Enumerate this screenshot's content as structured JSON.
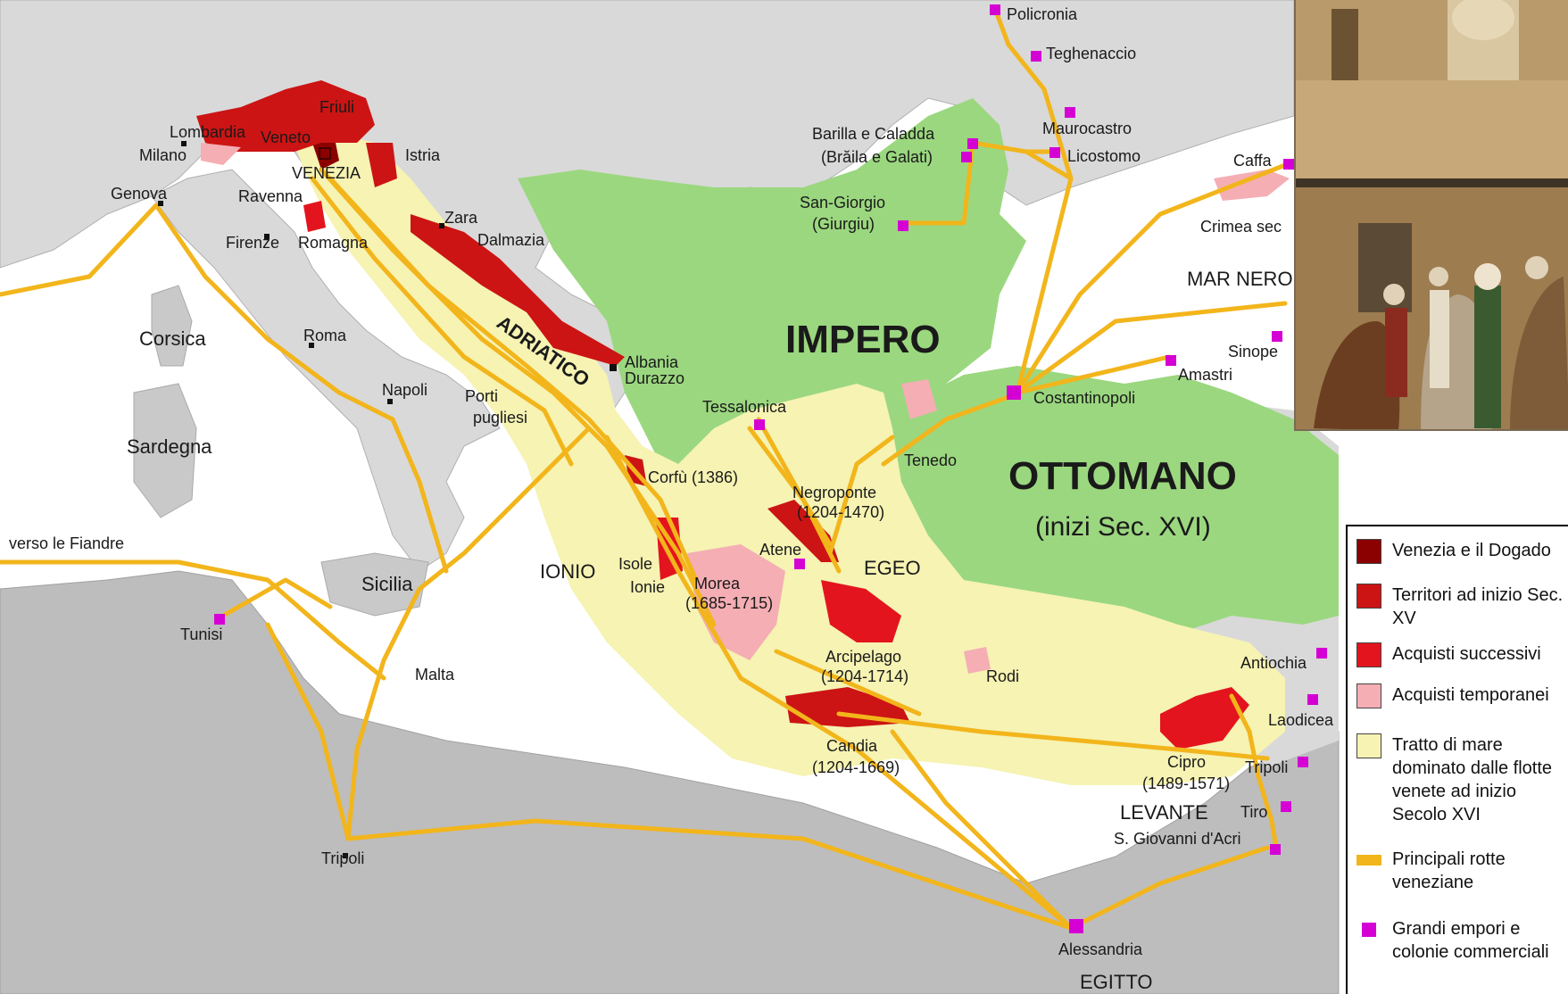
{
  "colors": {
    "sea": "#ffffff",
    "land_grey": "#d9d9d9",
    "land_dark": "#bdbdbd",
    "ottoman": "#9bd77f",
    "venetian_sea": "#f6f3b3",
    "route": "#f2b51b",
    "dogado": "#8b0000",
    "territories_xv": "#cc1414",
    "later_acq": "#e4141e",
    "temporary": "#f4aeb4",
    "emporium": "#d400d4"
  },
  "labels": {
    "impero": "IMPERO",
    "ottomano": "OTTOMANO",
    "inizi": "(inizi Sec. XVI)",
    "adriatico": "ADRIATICO",
    "ionio": "IONIO",
    "egeo": "EGEO",
    "levante": "LEVANTE",
    "egitto": "EGITTO",
    "mar_nero": "MAR NERO",
    "policronia": "Policronia",
    "teghenaccio": "Teghenaccio",
    "maurocastro": "Maurocastro",
    "licostomo": "Licostomo",
    "barilla": "Barilla e Caladda",
    "braila": "(Brăila e Galati)",
    "san_giorgio": "San-Giorgio",
    "giurgiu": "(Giurgiu)",
    "caffa": "Caffa",
    "crimea": "Crimea sec",
    "sinope": "Sinope",
    "amastri": "Amastri",
    "costantinopoli": "Costantinopoli",
    "lombardia": "Lombardia",
    "veneto": "Veneto",
    "friuli": "Friuli",
    "milano": "Milano",
    "venezia": "VENEZIA",
    "istria": "Istria",
    "genova": "Genova",
    "ravenna": "Ravenna",
    "firenze": "Firenze",
    "romagna": "Romagna",
    "zara": "Zara",
    "dalmazia": "Dalmazia",
    "corsica": "Corsica",
    "roma": "Roma",
    "napoli": "Napoli",
    "sardegna": "Sardegna",
    "porti": "Porti",
    "pugliesi": "pugliesi",
    "albania": "Albania",
    "durazzo": "Durazzo",
    "tessalonica": "Tessalonica",
    "tenedo": "Tenedo",
    "corfu": "Corfù (1386)",
    "negroponte": "Negroponte",
    "negroponte_dates": "(1204-1470)",
    "fiandre": "verso le Fiandre",
    "atene": "Atene",
    "isole": "Isole",
    "ionie": "Ionie",
    "morea": "Morea",
    "morea_dates": "(1685-1715)",
    "sicilia": "Sicilia",
    "tunisi": "Tunisi",
    "malta": "Malta",
    "arcipelago": "Arcipelago",
    "arcipelago_dates": "(1204-1714)",
    "rodi": "Rodi",
    "antiochia": "Antiochia",
    "laodicea": "Laodicea",
    "candia": "Candia",
    "candia_dates": "(1204-1669)",
    "cipro": "Cipro",
    "cipro_dates": "(1489-1571)",
    "tripoli_levant": "Tripoli",
    "tiro": "Tiro",
    "acri": "S. Giovanni d'Acri",
    "tripoli_africa": "Tripoli",
    "alessandria": "Alessandria"
  },
  "legend": [
    {
      "label": "Venezia e il Dogado",
      "color": "#8b0000",
      "kind": "square"
    },
    {
      "label": "Territori ad inizio Sec. XV",
      "color": "#cc1414",
      "kind": "square"
    },
    {
      "label": "Acquisti successivi",
      "color": "#e4141e",
      "kind": "square"
    },
    {
      "label": "Acquisti temporanei",
      "color": "#f4aeb4",
      "kind": "square"
    },
    {
      "label": "Tratto di mare dominato dalle flotte venete ad inizio Secolo XVI",
      "color": "#f6f3b3",
      "kind": "square"
    },
    {
      "label": "Principali rotte veneziane",
      "color": "#f2b51b",
      "kind": "line"
    },
    {
      "label": "Grandi empori e colonie commerciali",
      "color": "#d400d4",
      "kind": "dot"
    }
  ]
}
